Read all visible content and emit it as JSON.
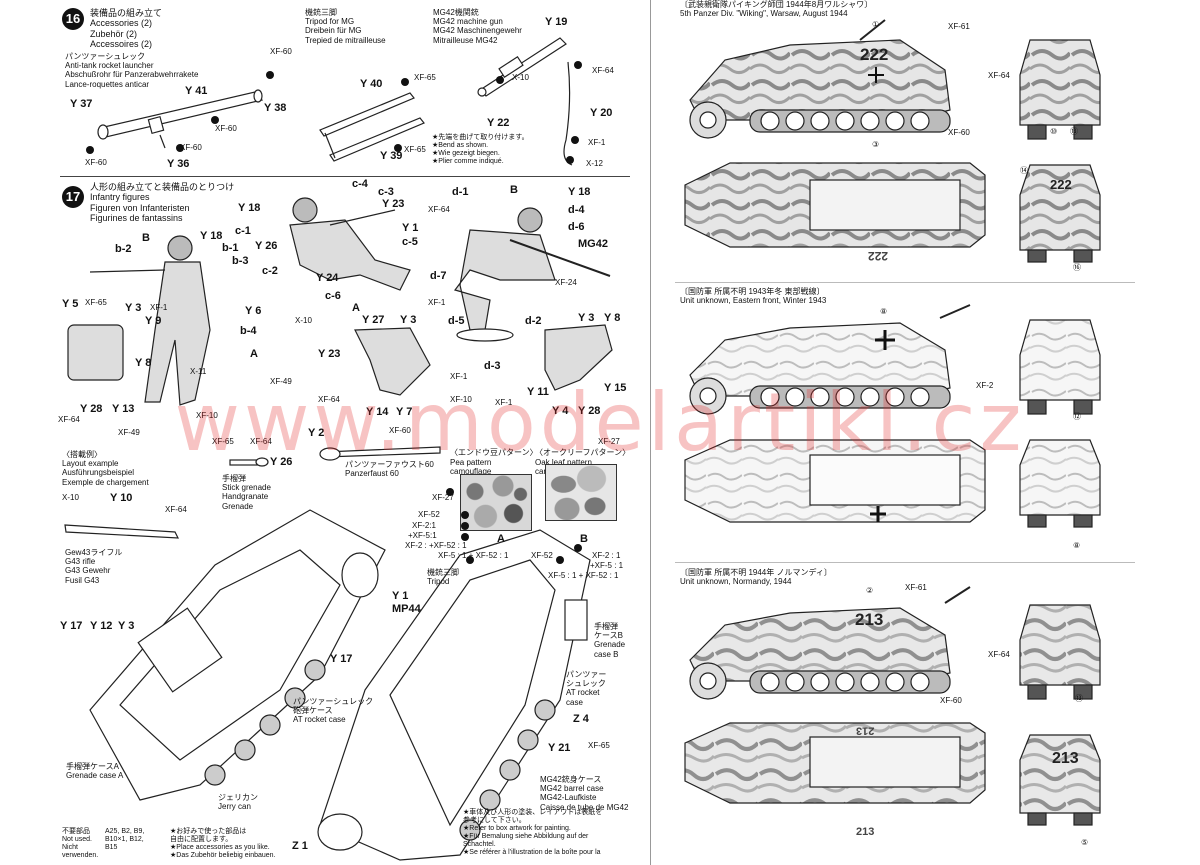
{
  "step16": {
    "number": "16",
    "heading": [
      "装備品の組み立て",
      "Accessories (2)",
      "Zubehör (2)",
      "Accessoires (2)"
    ],
    "launcher_caption": [
      "パンツァーシュレック",
      "Anti-tank rocket launcher",
      "Abschußrohr für Panzerabwehrrakete",
      "Lance-roquettes anticar"
    ],
    "tripod_caption": [
      "機銃三脚",
      "Tripod for MG",
      "Dreibein für MG",
      "Trepied de mitrailleuse"
    ],
    "mg_caption": [
      "MG42機関銃",
      "MG42 machine gun",
      "MG42 Maschinengewehr",
      "Mitrailleuse MG42"
    ],
    "note": [
      "★先端を曲げて取り付けます。",
      "★Bend as shown.",
      "★Wie gezeigt biegen.",
      "★Plier comme indiqué."
    ],
    "codes": [
      "Y 41",
      "Y 37",
      "Y 38",
      "Y 36",
      "Y 40",
      "Y 39",
      "Y 19",
      "Y 22",
      "Y 20"
    ],
    "paints": [
      "XF-60",
      "XF-60",
      "XF-60",
      "XF-60",
      "XF-65",
      "XF-65",
      "XF-64",
      "X-10",
      "XF-1",
      "X-12"
    ]
  },
  "step17": {
    "number": "17",
    "heading": [
      "人形の組み立てと装備品のとりつけ",
      "Infantry figures",
      "Figuren von Infanteristen",
      "Figurines de fantassins"
    ],
    "codes": [
      "B",
      "Y 18",
      "b-1",
      "b-2",
      "b-3",
      "b-4",
      "A",
      "Y 5",
      "Y 3",
      "Y 9",
      "Y 6",
      "Y 8",
      "Y 28",
      "Y 13",
      "Y 18",
      "c-4",
      "c-3",
      "c-1",
      "Y 26",
      "c-2",
      "Y 24",
      "c-6",
      "c-5",
      "Y 23",
      "Y 1",
      "d-1",
      "B",
      "Y 18",
      "d-4",
      "d-6",
      "MG42",
      "d-7",
      "d-5",
      "d-2",
      "d-3",
      "A",
      "Y 27",
      "Y 3",
      "Y 23",
      "Y 14",
      "Y 7",
      "Y 3",
      "Y 8",
      "Y 11",
      "Y 15",
      "Y 4",
      "Y 28"
    ],
    "paints": [
      "XF-65",
      "X-11",
      "XF-1",
      "XF-49",
      "XF-10",
      "XF-49",
      "XF-64",
      "X-10",
      "XF-1",
      "XF-64",
      "XF-24",
      "XF-1",
      "XF-64",
      "XF-1",
      "XF-10"
    ]
  },
  "layout_example": {
    "heading": [
      "〈搭載例〉",
      "Layout example",
      "Ausführungsbeispiel",
      "Exemple de chargement"
    ],
    "rifle_caption": [
      "Gew43ライフル",
      "G43 rifle",
      "G43 Gewehr",
      "Fusil G43"
    ],
    "grenade_caption": [
      "手榴弾",
      "Stick grenade",
      "Handgranate",
      "Grenade"
    ],
    "panzerfaust_caption": [
      "パンツァーファウスト60",
      "Panzerfaust 60"
    ],
    "pea_caption": [
      "〈エンドウ豆パターン〉",
      "Pea pattern",
      "camouflage"
    ],
    "oak_caption": [
      "〈オークリーフパターン〉",
      "Oak leaf pattern",
      "camouflage"
    ],
    "tripod_label": [
      "機銃三脚",
      "Tripod"
    ],
    "mp44_label": [
      "Y 1",
      "MP44"
    ],
    "grenade_case_b": [
      "手榴弾",
      "ケースB",
      "Grenade",
      "case B"
    ],
    "at_rocket_right": [
      "パンツァー",
      "シュレック",
      "AT rocket",
      "case"
    ],
    "at_rocket_left": [
      "パンツァーシュレック",
      "砲弾ケース",
      "AT rocket case"
    ],
    "grenade_case_a": [
      "手榴弾ケースA",
      "Grenade case A"
    ],
    "jerry_can": [
      "ジェリカン",
      "Jerry can"
    ],
    "mg42_barrel": [
      "MG42銃身ケース",
      "MG42 barrel case",
      "MG42-Laufkiste",
      "Caisse de tube de MG42"
    ],
    "codes": [
      "Y 2",
      "Y 26",
      "Y 10",
      "Y 17",
      "Y 12",
      "Y 3",
      "Y 17",
      "Z 4",
      "Y 21",
      "Z 1",
      "A",
      "B"
    ],
    "paints": [
      "XF-60",
      "XF-65",
      "XF-64",
      "X-10",
      "XF-64",
      "XF-27",
      "XF-27",
      "XF-52",
      "XF-2:1",
      "+XF-5:1",
      "XF-2 : +XF-52 : 1",
      "XF-5 : 1 + XF-52 : 1",
      "XF-52",
      "XF-2 : 1",
      "+XF-5 : 1",
      "XF-5 : 1 + XF-52 : 1",
      "XF-65"
    ]
  },
  "footer": {
    "unused_label": [
      "不要部品",
      "Not used.",
      "Nicht",
      "verwenden."
    ],
    "unused_parts": [
      "A25, B2, B9,",
      "B10×1, B12,",
      "B15"
    ],
    "notes": [
      "★お好みで使った部品は",
      "自由に配置します。",
      "★Place accessories as you like.",
      "★Das Zubehör beliebig einbauen."
    ],
    "paint_notes": [
      "★車体及び人形の塗装、レイアウトは表紙を",
      "参考にして下さい。",
      "★Refer to box artwork for painting.",
      "★Für Bemalung siehe Abbildung auf der",
      "Schachtel.",
      "★Se référer à l'illustration de la boîte pour la"
    ]
  },
  "schemes": [
    {
      "caption_jp": "〔武装親衛隊パイキング師団 1944年8月ワルシャワ〕",
      "caption_en": "5th Panzer Div. \"Wiking\", Warsaw, August 1944",
      "hull_number": "222",
      "markers": [
        "①",
        "③",
        "⑩",
        "⑬",
        "⑭",
        "⑯"
      ],
      "paints": [
        "XF-61",
        "XF-64",
        "XF-60"
      ]
    },
    {
      "caption_jp": "〔国防軍 所属不明 1943年冬 東部戦線〕",
      "caption_en": "Unit unknown, Eastern front, Winter 1943",
      "hull_number": "",
      "markers": [
        "⑧",
        "⑫",
        "⑧"
      ],
      "paints": [
        "XF-2"
      ]
    },
    {
      "caption_jp": "〔国防軍 所属不明 1944年 ノルマンディ〕",
      "caption_en": "Unit unknown, Normandy, 1944",
      "hull_number": "213",
      "markers": [
        "②",
        "⑬",
        "⑤"
      ],
      "paints": [
        "XF-61",
        "XF-64",
        "XF-60"
      ]
    }
  ],
  "watermark": "www.modelartikl.cz"
}
